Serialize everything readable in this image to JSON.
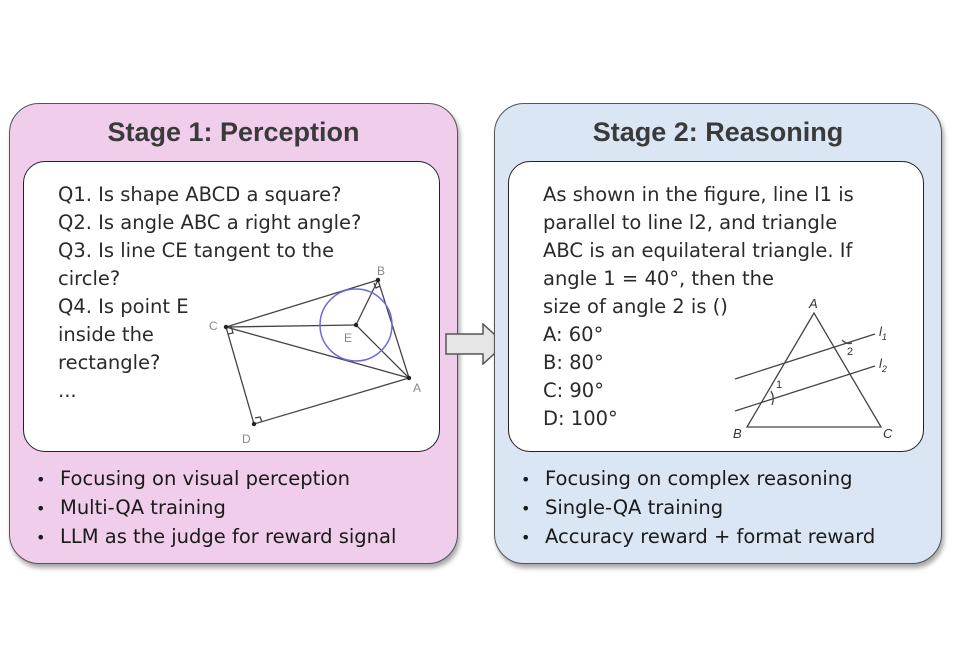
{
  "stage1": {
    "title": "Stage 1: Perception",
    "questions": [
      "Q1. Is shape ABCD a square?",
      "Q2. Is angle ABC a right angle?",
      "Q3. Is line CE tangent to the",
      "circle?",
      "Q4. Is point E",
      "inside the",
      "rectangle?",
      "..."
    ],
    "figure_labels": {
      "A": "A",
      "B": "B",
      "C": "C",
      "D": "D",
      "E": "E"
    },
    "bullets": [
      "Focusing on visual perception",
      "Multi-QA training",
      "LLM as the judge for reward signal"
    ]
  },
  "stage2": {
    "title": "Stage 2: Reasoning",
    "problem": [
      "As shown in the figure, line l1 is",
      "parallel to line l2, and triangle",
      "ABC is an equilateral triangle. If",
      "angle 1 = 40°, then the",
      "size of angle 2 is ()",
      "A: 60°",
      "B: 80°",
      "C: 90°",
      "D: 100°"
    ],
    "figure_labels": {
      "A": "A",
      "B": "B",
      "C": "C",
      "angle1": "1",
      "angle2": "2",
      "l1": "l",
      "l1_sub": "1",
      "l2": "l",
      "l2_sub": "2"
    },
    "bullets": [
      "Focusing on complex reasoning",
      "Single-QA training",
      "Accuracy reward + format reward"
    ]
  },
  "colors": {
    "stage1_bg": "#f0cdeb",
    "stage2_bg": "#dae6f4",
    "circle": "#6b6be0",
    "arrow_fill": "#e6e6e6"
  },
  "icons": {
    "bullet": "•",
    "arrow": "right-arrow"
  }
}
